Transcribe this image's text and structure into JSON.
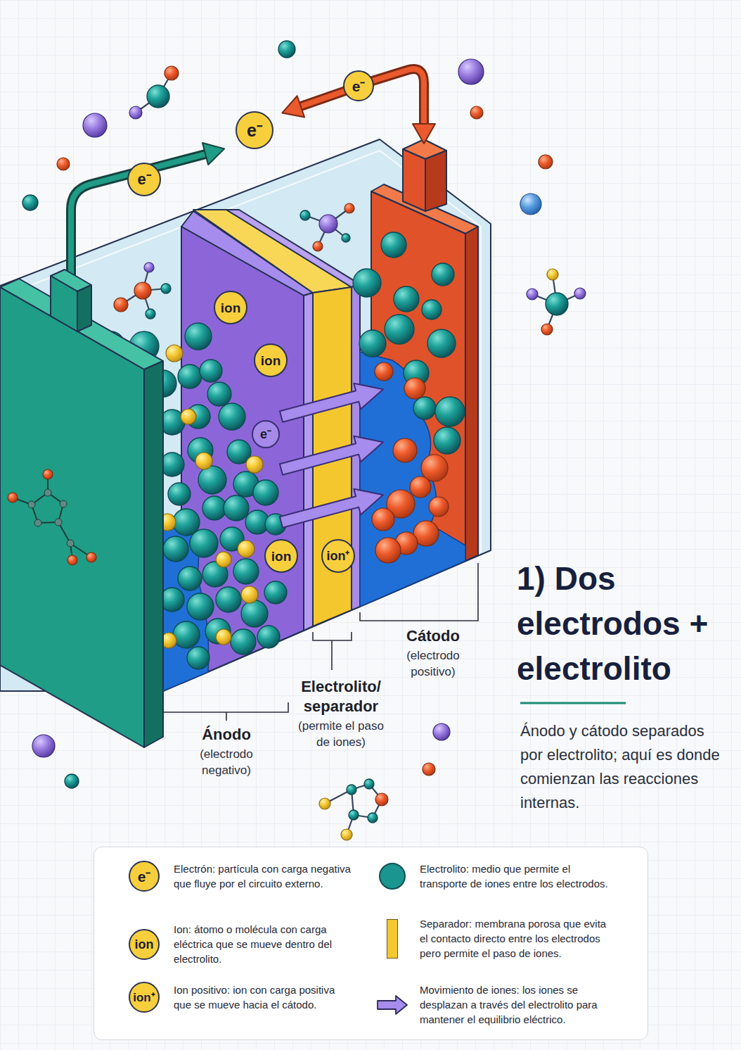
{
  "diagram": {
    "title": "1) Dos electrodos + electrolito",
    "caption": "Ánodo y cátodo separados por electrolito; aquí es donde comienzan las reacciones internas.",
    "labels": [
      "e⁻",
      "e⁻",
      "e⁻",
      "ion",
      "ion",
      "e⁻",
      "ion",
      "ion⁺",
      "Cátodo",
      "(electrodo positivo)",
      "Electrolito/ separador",
      "(permite el paso de iones)",
      "Ánodo",
      "(electrodo negativo)",
      "e⁻",
      "ion",
      "ion⁺"
    ],
    "legend": [
      {
        "text": "Electrón: partícula con carga negativa que fluye por el circuito externo."
      },
      {
        "text": "Ion: átomo o molécula con carga eléctrica que se mueve dentro del electrolito."
      },
      {
        "text": "Ion positivo: ion con carga positiva que se mueve hacia el cátodo."
      },
      {
        "text": "Electrolito: medio que permite el transporte de iones entre los electrodos.",
        "color": "#1b958f"
      },
      {
        "text": "Separador: membrana porosa que evita el contacto directo entre los electrodos pero permite el paso de iones.",
        "color": "#f5c832"
      },
      {
        "text": "Movimiento de iones: los iones se desplazan a través del electrolito para mantener el equilibrio eléctrico."
      }
    ]
  }
}
